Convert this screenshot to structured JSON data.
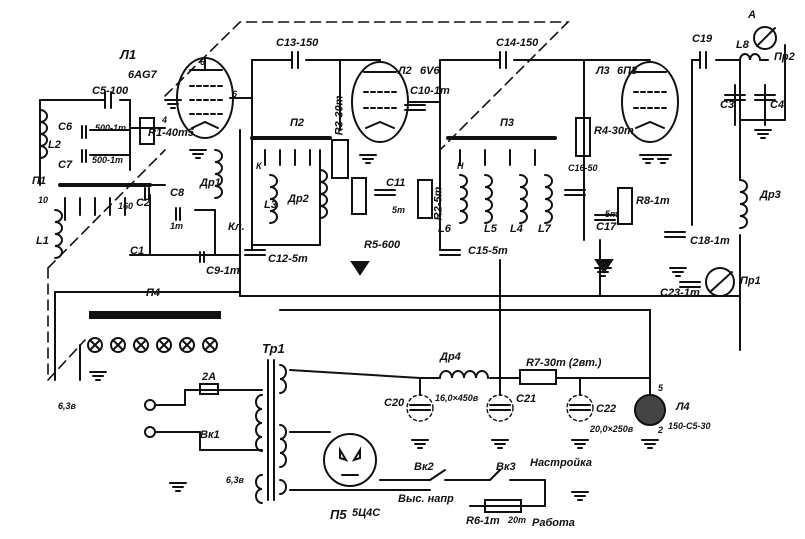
{
  "tubes": {
    "l1": {
      "ref": "Л1",
      "type": "6AG7"
    },
    "l2": {
      "ref": "Л2",
      "type": "6V6"
    },
    "l3": {
      "ref": "Л3",
      "type": "6П3"
    },
    "l4": {
      "ref": "Л4",
      "type": "150-С5-30"
    },
    "l5": {
      "ref": "П5",
      "type": "5Ц4С"
    }
  },
  "caps": {
    "c1": "C1",
    "c2": "C2",
    "c3": "C3",
    "c4": "C4",
    "c5": "C5-100",
    "c6": "C6",
    "c6v": "500-1т",
    "c7": "C7",
    "c7v": "500-1т",
    "c8": "C8",
    "c8v": "1т",
    "c9": "C9-1т",
    "c10": "C10-1т",
    "c11": "C11",
    "c11v": "5т",
    "c12": "C12-5т",
    "c13": "C13-150",
    "c14": "C14-150",
    "c15": "C15-5т",
    "c16": "C16-50",
    "c17": "C17",
    "c17v": "5т",
    "c18": "C18-1т",
    "c19": "C19",
    "c20": "C20",
    "c20v": "16,0×450в",
    "c21": "C21",
    "c22": "C22",
    "c22v": "20,0×250в",
    "c23": "C23-1т"
  },
  "resistors": {
    "r1": "R1-40т5",
    "r2": "R2-5т",
    "r3": "R3-30т",
    "r4": "R4-30т",
    "r5": "R5-600",
    "r6": "R6-1т",
    "r7": "R7-30т (2вт.)",
    "r8": "R8-1т",
    "r9": "20т"
  },
  "inductors": {
    "l1": "L1",
    "l2": "L2",
    "l3": "L3",
    "l4": "L4",
    "l5": "L5",
    "l6": "L6",
    "l7": "L7",
    "l8": "L8",
    "dr1": "Др1",
    "dr2": "Др2",
    "dr3": "Др3",
    "dr4": "Др4"
  },
  "switches": {
    "p1": "П1",
    "p2": "П2",
    "p3": "П3",
    "p4": "П4",
    "vk1": "Вк1",
    "vk2": "Вк2",
    "vk3": "Вк3",
    "kl": "Кл."
  },
  "meters": {
    "pr1": "Пр1",
    "pr2": "Пр2",
    "a": "A"
  },
  "transformer": "Тр1",
  "fuse": "2A",
  "voltages": {
    "v1": "6,3в",
    "v2": "6,3в"
  },
  "modes": {
    "tune": "Настройка",
    "work": "Работа",
    "high": "Выс. напр"
  },
  "pins": {
    "p6a": "6",
    "p6b": "6",
    "p4": "4",
    "p10": "10",
    "p160": "160",
    "p5": "5",
    "p2": "2"
  },
  "coil_marks": {
    "k": "К",
    "n": "Н"
  }
}
